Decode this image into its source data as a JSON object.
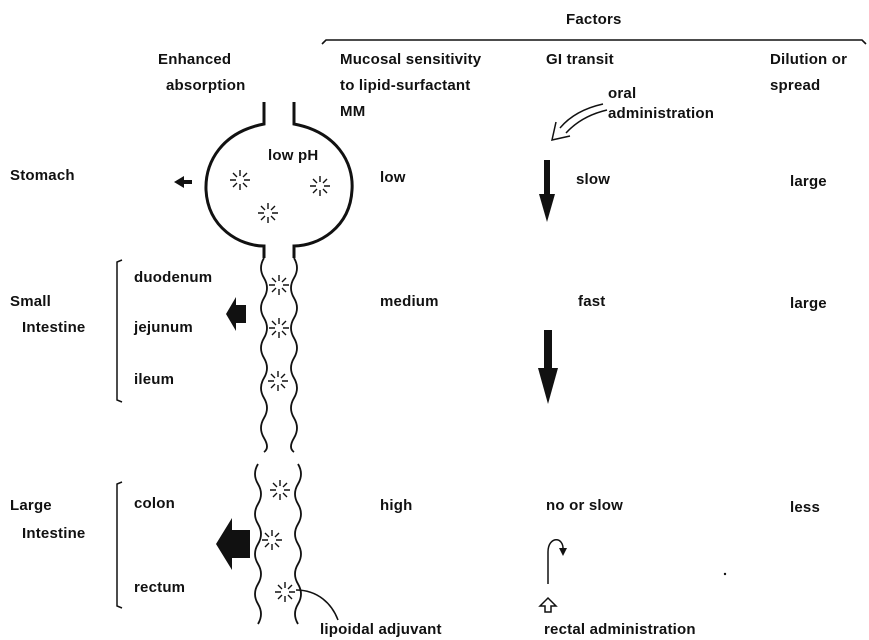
{
  "factors_header": "Factors",
  "columns": {
    "absorption": [
      "Enhanced",
      "absorption"
    ],
    "mucosal": [
      "Mucosal sensitivity",
      "to lipid-surfactant",
      "MM"
    ],
    "transit": "GI transit",
    "dilution": [
      "Dilution or",
      "spread"
    ]
  },
  "annotations": {
    "low_ph": "low pH",
    "oral": [
      "oral",
      "administration"
    ],
    "lipoidal": "lipoidal adjuvant",
    "rectal": "rectal administration"
  },
  "regions": {
    "stomach": {
      "label": "Stomach",
      "mucosal": "low",
      "transit": "slow",
      "dilution": "large"
    },
    "small_intestine": {
      "label": [
        "Small",
        "Intestine"
      ],
      "segments": [
        "duodenum",
        "jejunum",
        "ileum"
      ],
      "mucosal": "medium",
      "transit": "fast",
      "dilution": "large"
    },
    "large_intestine": {
      "label": [
        "Large",
        "Intestine"
      ],
      "segments": [
        "colon",
        "rectum"
      ],
      "mucosal": "high",
      "transit": "no or slow",
      "dilution": "less"
    }
  }
}
